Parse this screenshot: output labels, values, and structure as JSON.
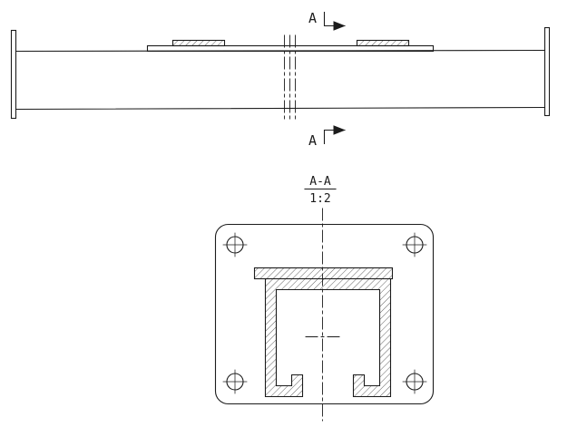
{
  "drawing": {
    "background_color": "#ffffff",
    "line_color": "#1c1c1c",
    "side_view": {
      "section_marker_top_label": "A",
      "section_marker_bottom_label": "A"
    },
    "section_view": {
      "title": "A-A",
      "scale": "1:2"
    }
  }
}
